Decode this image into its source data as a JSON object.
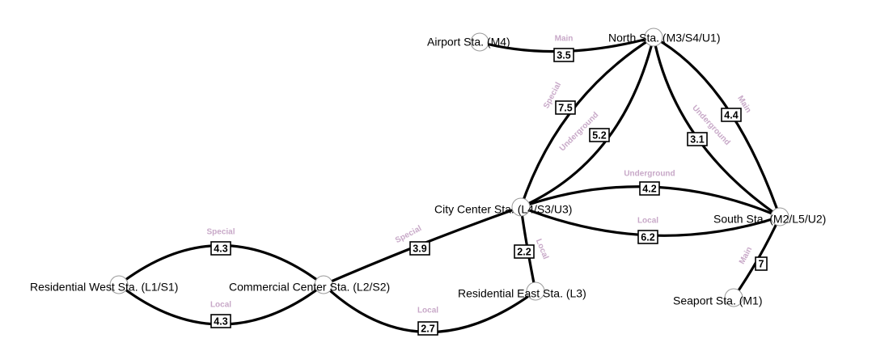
{
  "label_color": "#c8a9c8",
  "nodes": [
    {
      "id": "airport",
      "label": "Airport Sta. (M4)"
    },
    {
      "id": "north",
      "label": "North Sta. (M3/S4/U1)"
    },
    {
      "id": "city",
      "label": "City Center Sta. (L4/S3/U3)"
    },
    {
      "id": "south",
      "label": "South Sta. (M2/L5/U2)"
    },
    {
      "id": "seaport",
      "label": "Seaport Sta. (M1)"
    },
    {
      "id": "reseast",
      "label": "Residential East Sta. (L3)"
    },
    {
      "id": "commercial",
      "label": "Commercial Center Sta. (L2/S2)"
    },
    {
      "id": "reswest",
      "label": "Residential West Sta. (L1/S1)"
    }
  ],
  "edges": [
    {
      "id": "airport-north-main",
      "line": "Main",
      "weight": "3.5"
    },
    {
      "id": "north-city-special",
      "line": "Special",
      "weight": "7.5"
    },
    {
      "id": "north-city-underground",
      "line": "Underground",
      "weight": "5.2"
    },
    {
      "id": "north-south-underground",
      "line": "Underground",
      "weight": "3.1"
    },
    {
      "id": "north-south-main",
      "line": "Main",
      "weight": "4.4"
    },
    {
      "id": "city-south-underground",
      "line": "Underground",
      "weight": "4.2"
    },
    {
      "id": "city-south-local",
      "line": "Local",
      "weight": "6.2"
    },
    {
      "id": "south-seaport-main",
      "line": "Main",
      "weight": "7"
    },
    {
      "id": "city-reseast-local",
      "line": "Local",
      "weight": "2.2"
    },
    {
      "id": "city-commercial-special",
      "line": "Special",
      "weight": "3.9"
    },
    {
      "id": "commercial-reswest-special",
      "line": "Special",
      "weight": "4.3"
    },
    {
      "id": "commercial-reswest-local",
      "line": "Local",
      "weight": "4.3"
    },
    {
      "id": "commercial-reseast-local",
      "line": "Local",
      "weight": "2.7"
    }
  ]
}
